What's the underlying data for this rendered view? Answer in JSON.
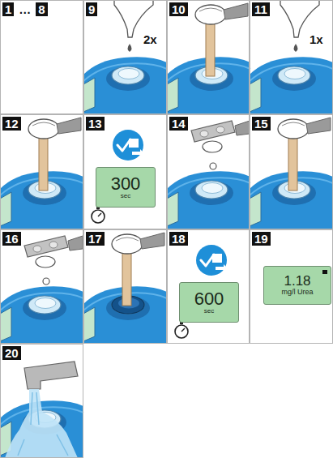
{
  "diagram": {
    "nodes": [
      {
        "text": [
          "1",
          "…",
          "8"
        ]
      },
      {
        "text": [
          "9"
        ]
      },
      {
        "text": [
          "10"
        ]
      },
      {
        "text": [
          "11"
        ]
      },
      {
        "text": [
          "12"
        ]
      },
      {
        "text": [
          "13"
        ]
      },
      {
        "text": [
          "300",
          "sec"
        ],
        "in": 5
      },
      {
        "text": [
          "14"
        ]
      },
      {
        "text": [
          "15"
        ]
      },
      {
        "text": [
          "16"
        ]
      },
      {
        "text": [
          "17"
        ]
      },
      {
        "text": [
          "18"
        ]
      },
      {
        "text": [
          "600",
          "sec"
        ],
        "in": 11
      },
      {
        "text": [
          "19"
        ]
      },
      {
        "text": [
          "1.18",
          "mg/l Urea"
        ],
        "in": 13
      },
      {
        "text": [
          "20"
        ]
      }
    ],
    "labels": [
      "2x",
      "1x"
    ]
  }
}
